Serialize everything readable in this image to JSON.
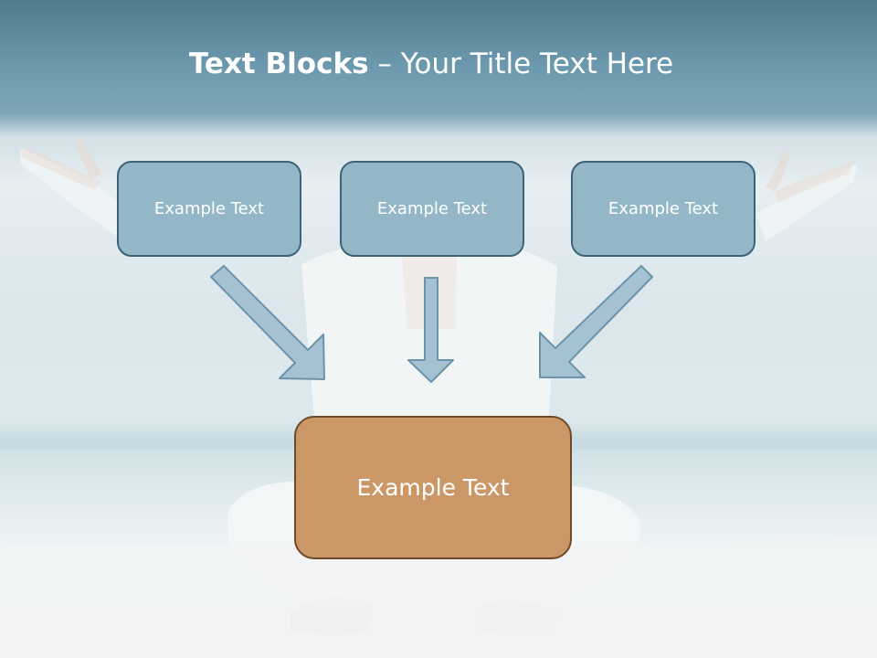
{
  "slide": {
    "title_bold": "Text Blocks",
    "title_dash": "–",
    "title_rest": "Your Title Text Here",
    "top_boxes": [
      "Example Text",
      "Example Text",
      "Example Text"
    ],
    "bottom_box": "Example Text"
  },
  "colors": {
    "header_blue": "#6b98ad",
    "box_fill": "#94b7c8",
    "box_border": "#3e6276",
    "bottom_fill": "#cc9766",
    "bottom_border": "#6e4a28",
    "arrow_fill": "#a4c2d1",
    "arrow_stroke": "#6d93a8"
  }
}
